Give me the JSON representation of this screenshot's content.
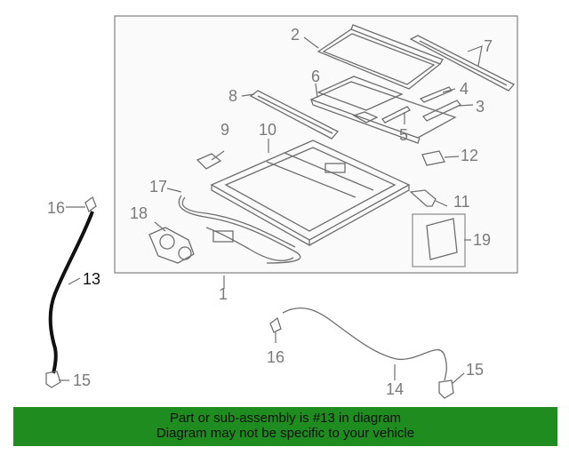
{
  "callouts": {
    "c1": "1",
    "c2": "2",
    "c3": "3",
    "c4": "4",
    "c5": "5",
    "c6": "6",
    "c7": "7",
    "c8": "8",
    "c9": "9",
    "c10": "10",
    "c11": "11",
    "c12": "12",
    "c13": "13",
    "c14": "14",
    "c15a": "15",
    "c15b": "15",
    "c16a": "16",
    "c16b": "16",
    "c17": "17",
    "c18": "18",
    "c19": "19"
  },
  "banner": {
    "line1": "Part or sub-assembly is #13 in diagram",
    "line2": "Diagram may not be specific to your vehicle"
  },
  "colors": {
    "banner_bg": "#1e8c1e",
    "highlight_part": "#111111",
    "line_art": "#6f6f6f"
  }
}
